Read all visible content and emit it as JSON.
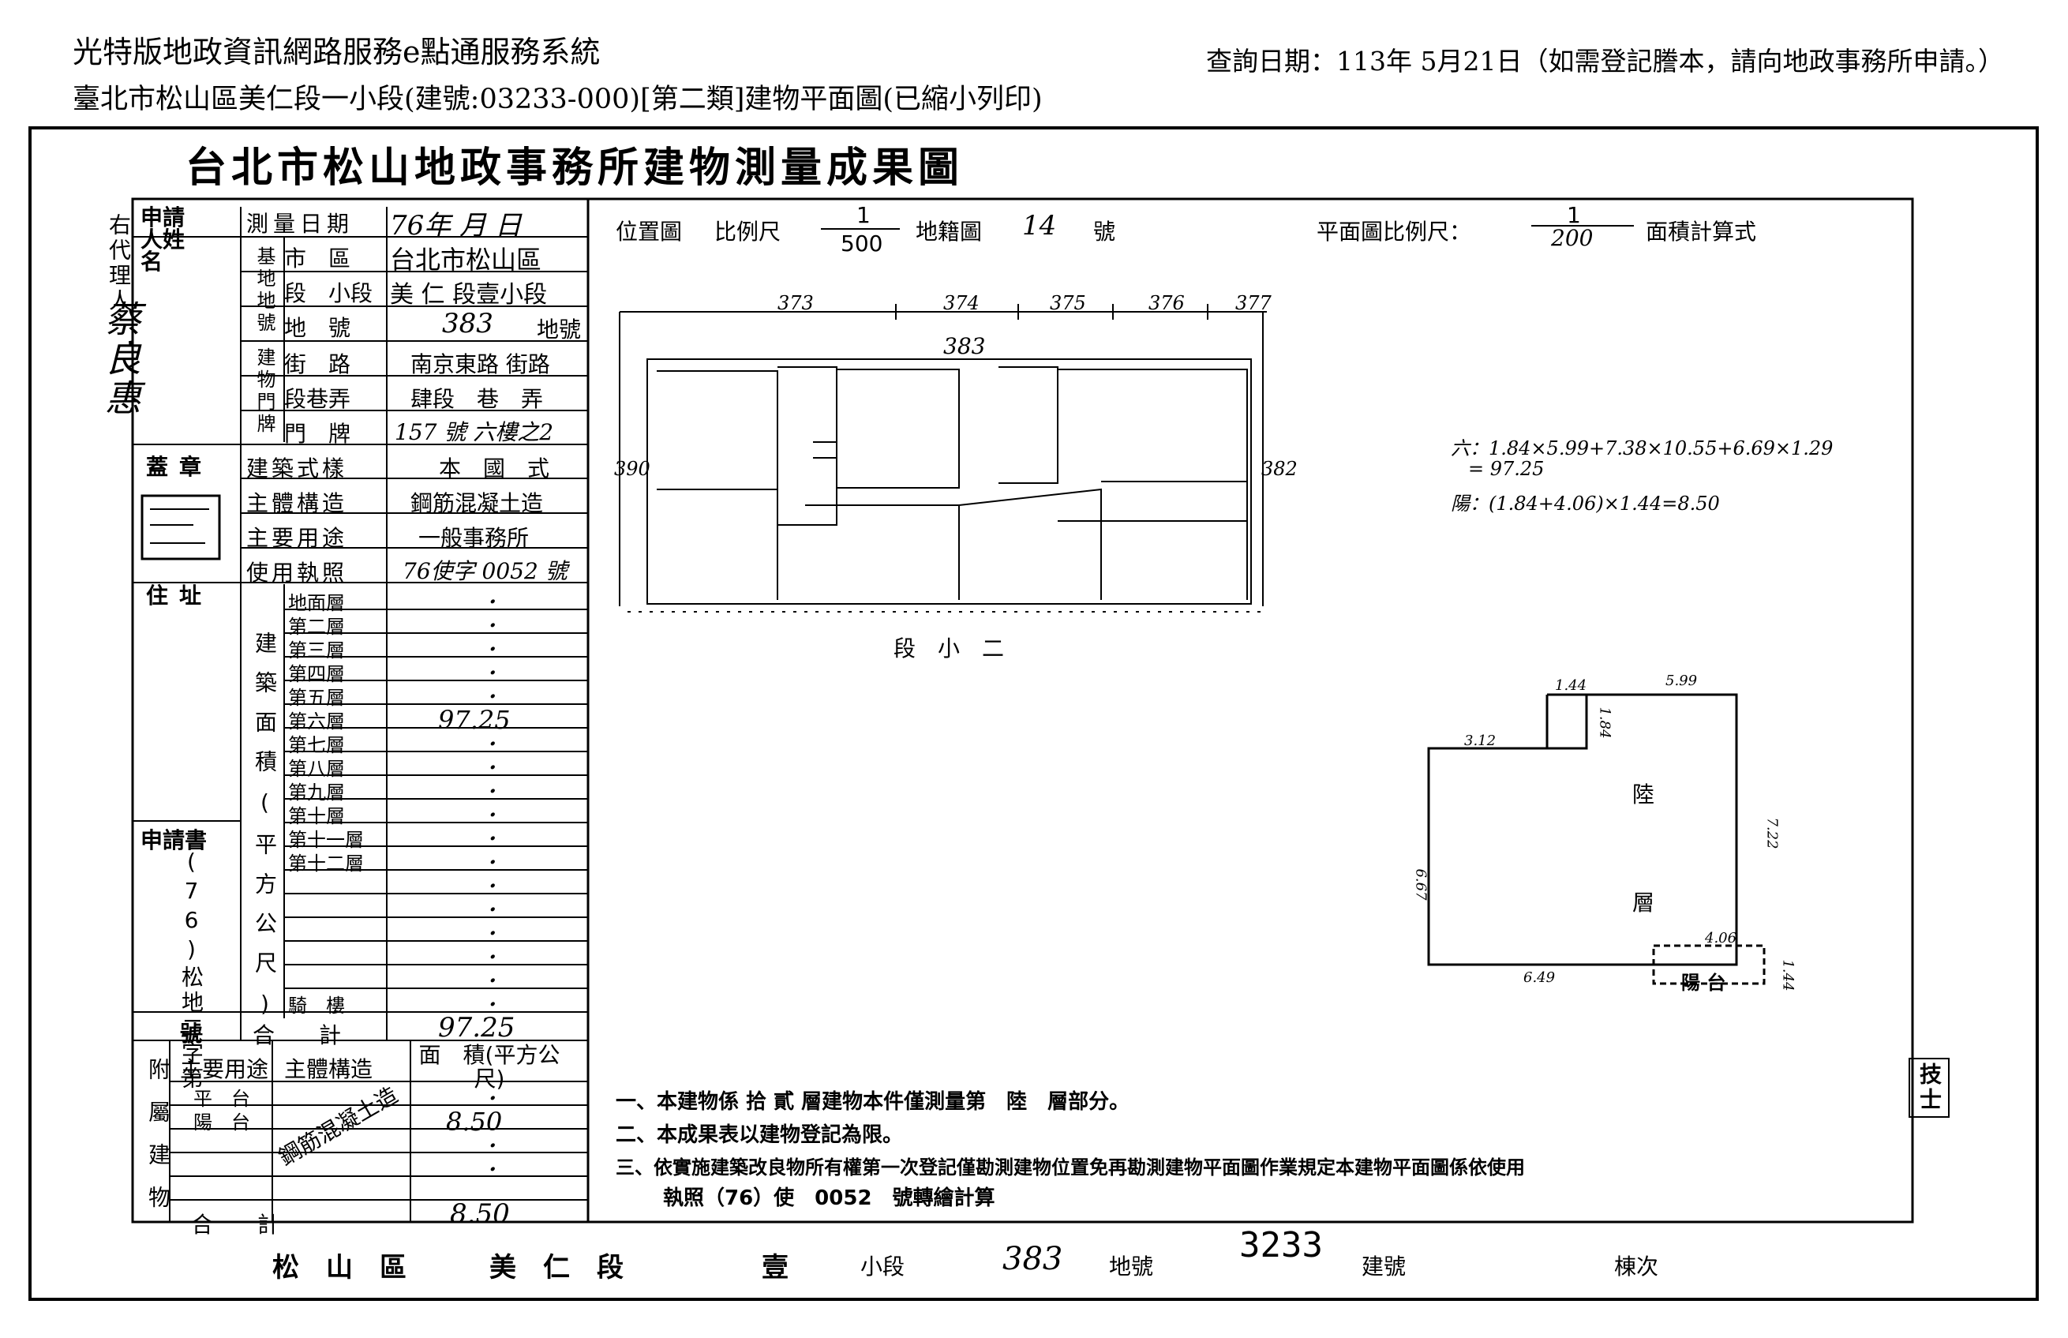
{
  "header": {
    "service_title": "光特版地政資訊網路服務e點通服務系統",
    "query_date": "查詢日期：113年 5月21日（如需登記謄本，請向地政事務所申請。）",
    "document_subtitle": "臺北市松山區美仁段一小段(建號:03233-000)[第二類]建物平面圖(已縮小列印)"
  },
  "document": {
    "title": "台北市松山地政事務所建物測量成果圖",
    "left_column": {
      "applicant_label": "申請人姓名",
      "agent_label": "右代理人",
      "agent_name": "蔡良惠",
      "seal_label": "蓋章",
      "address_label": "住址",
      "application_label": "申請書",
      "application_number": "(76)松地二字第",
      "number_suffix": "號"
    },
    "info": {
      "survey_date_label": "測量日期",
      "survey_date_value": "76年 月 日",
      "base_label": "基地地號",
      "city_district_label": "市　區",
      "city_district_value": "台北市松山區",
      "section_label": "段　小段",
      "section_value": "美 仁 段壹小段",
      "lot_label": "地　號",
      "lot_value": "383",
      "lot_suffix": "地號",
      "door_label": "建物門牌",
      "street_label": "街　路",
      "street_value": "南京東路 街路",
      "lane_label": "段巷弄",
      "lane_value": "肆段　巷　弄",
      "number_label": "門　牌",
      "number_value": "157 號 六樓之2",
      "style_label": "建築式樣",
      "style_value": "本　國　式",
      "structure_label": "主體構造",
      "structure_value": "鋼筋混凝土造",
      "use_label": "主要用途",
      "use_value": "一般事務所",
      "permit_label": "使用執照",
      "permit_value": "76使字 0052 號"
    },
    "floor_area": {
      "side_label": "建築面積(平方公尺)",
      "floors": [
        {
          "label": "地面層",
          "value": "・"
        },
        {
          "label": "第二層",
          "value": "・"
        },
        {
          "label": "第三層",
          "value": "・"
        },
        {
          "label": "第四層",
          "value": "・"
        },
        {
          "label": "第五層",
          "value": "・"
        },
        {
          "label": "第六層",
          "value": "97.25"
        },
        {
          "label": "第七層",
          "value": "・"
        },
        {
          "label": "第八層",
          "value": "・"
        },
        {
          "label": "第九層",
          "value": "・"
        },
        {
          "label": "第十層",
          "value": "・"
        },
        {
          "label": "第十一層",
          "value": "・"
        },
        {
          "label": "第十二層",
          "value": "・"
        },
        {
          "label": "",
          "value": "・"
        },
        {
          "label": "",
          "value": "・"
        },
        {
          "label": "",
          "value": "・"
        },
        {
          "label": "",
          "value": "・"
        },
        {
          "label": "",
          "value": "・"
        },
        {
          "label": "騎　樓",
          "value": "・"
        }
      ],
      "total_label": "合　計",
      "total_value": "97.25"
    },
    "attached": {
      "side_label": "附屬建物",
      "use_header": "主要用途",
      "structure_header": "主體構造",
      "area_header": "面　積(平方公尺)",
      "rows": [
        {
          "use": "平　台",
          "value": "・"
        },
        {
          "use": "陽　台",
          "value": "8.50"
        },
        {
          "use": "",
          "value": "・"
        },
        {
          "use": "",
          "value": "・"
        }
      ],
      "structure_value": "鋼筋混凝土造",
      "total_label": "合　計",
      "total_value": "8.50"
    },
    "location_map": {
      "label": "位置圖",
      "scale_label": "比例尺",
      "scale_num": "1",
      "scale_den": "500",
      "cadastral_label": "地籍圖",
      "cadastral_no": "14",
      "cadastral_suffix": "號",
      "lots_top": [
        "373",
        "374",
        "375",
        "376",
        "377"
      ],
      "lot_main": "383",
      "lot_left": "390",
      "lot_right": "382",
      "road_label": "段　小　二"
    },
    "floor_plan": {
      "scale_label": "平面圖比例尺：",
      "scale_num": "1",
      "scale_den": "200",
      "calc_label": "面積計算式",
      "calc_line1": "六：1.84×5.99+7.38×10.55+6.69×1.29",
      "calc_line2": "= 97.25",
      "calc_line3": "陽：(1.84+4.06)×1.44=8.50",
      "dims": [
        "1.44",
        "5.99",
        "1.84",
        "3.12",
        "7.22",
        "6.67",
        "4.06",
        "6.49",
        "1.44"
      ],
      "room_label_1": "陸",
      "room_label_2": "層",
      "balcony_label": "陽 台"
    },
    "notes": [
      "一、本建物係 拾 貳 層建物本件僅測量第　陸　層部分。",
      "二、本成果表以建物登記為限。",
      "三、依實施建築改良物所有權第一次登記僅勘測建物位置免再勘測建物平面圖作業規定本建物平面圖係依使用",
      "執照（76）使　0052　號轉繪計算"
    ],
    "technician_label": "技士",
    "footer": {
      "district": "松　山　區",
      "section": "美　仁　段",
      "subsection": "壹",
      "subsection_label": "小段",
      "lot": "383",
      "lot_label": "地號",
      "building_no": "3233",
      "building_label": "建號",
      "unit_label": "棟次"
    }
  }
}
